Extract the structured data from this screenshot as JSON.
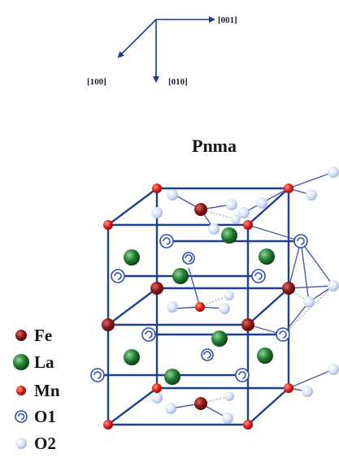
{
  "axes": {
    "c_label": "[001]",
    "a_label": "[100]",
    "b_label": "[010]"
  },
  "title": "Pnma",
  "legend": [
    {
      "label": "Fe",
      "atom": "Fe"
    },
    {
      "label": "La",
      "atom": "La"
    },
    {
      "label": "Mn",
      "atom": "Mn"
    },
    {
      "label": "O1",
      "atom": "O1"
    },
    {
      "label": "O2",
      "atom": "O2"
    }
  ],
  "colors": {
    "axis": "#1e3b8a",
    "bond": "#1f3f8f",
    "Fe": "#8b1616",
    "La": "#1f7a2e",
    "Mn": "#e0201a",
    "O1": "#2c4fb0",
    "O2": "#c9d6f2"
  },
  "icons": {
    "Fe": "dark-red-sphere",
    "La": "green-sphere",
    "Mn": "red-sphere",
    "O1": "blue-ring-atom",
    "O2": "pale-blue-sphere"
  }
}
